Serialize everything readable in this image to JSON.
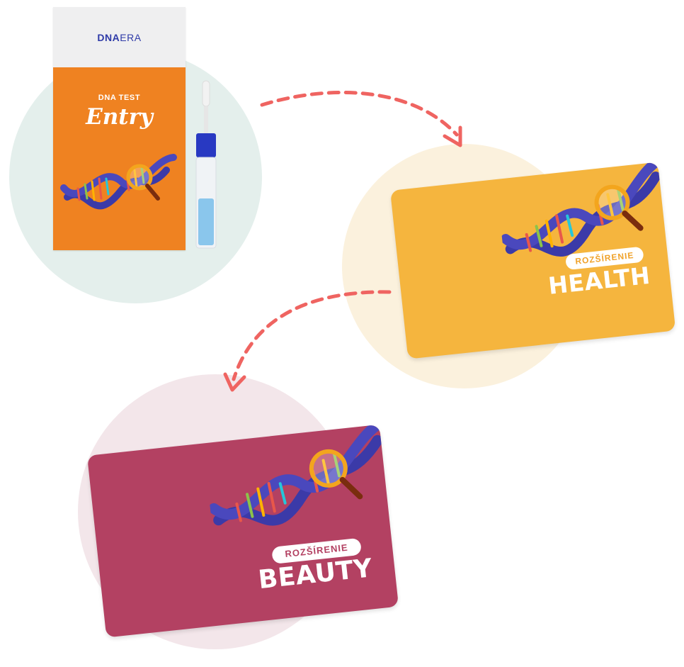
{
  "box": {
    "brand_bold": "DNA",
    "brand_light": "ERA",
    "label": "DNA TEST",
    "name": "Entry"
  },
  "cards": [
    {
      "id": "health",
      "badge": "ROZŠÍRENIE",
      "name": "HEALTH",
      "color": "#f5b53e",
      "badge_color": "#f0a22a"
    },
    {
      "id": "beauty",
      "badge": "ROZŠÍRENIE",
      "name": "BEAUTY",
      "color": "#b34162",
      "badge_color": "#b34162"
    }
  ],
  "colors": {
    "arrow": "#ef6461",
    "box_orange": "#ef8221",
    "brand_blue": "#2f3ba8",
    "dna_blue": "#3b3aa8",
    "magnifier": "#f3a51d"
  },
  "icons": [
    "dna-helix-icon",
    "magnifier-icon",
    "swab-tube-icon",
    "dashed-arrow-icon"
  ]
}
